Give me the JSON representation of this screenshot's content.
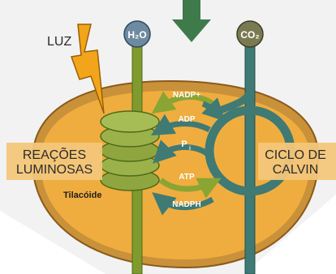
{
  "labels": {
    "light": "LUZ",
    "light_reactions": [
      "REAÇÕES",
      "LUMINOSAS"
    ],
    "calvin_cycle": [
      "CICLO DE",
      "CALVIN"
    ],
    "thylakoid": "Tilacóide",
    "water": "H₂O",
    "carbon_dioxide": "CO₂",
    "nadp_plus": "NADP+",
    "adp": "ADP",
    "pi": "P",
    "pi_subscript": "i",
    "atp": "ATP",
    "nadph": "NADPH"
  },
  "icons": [
    "lightning-bolt-icon",
    "down-arrow-icon",
    "water-molecule-icon",
    "co2-molecule-icon"
  ],
  "colors": {
    "background": "#f2f2f2",
    "chloroplast_outer": "#c9913a",
    "chloroplast_inner": "#f0ad3f",
    "thylakoid": "#8fa640",
    "light_pipe": "#7f9b2e",
    "calvin_pipe": "#3f7a74",
    "label_box": "#f3c67a",
    "bolt": "#f2a51a",
    "incoming_arrow": "#3f7a4a"
  }
}
